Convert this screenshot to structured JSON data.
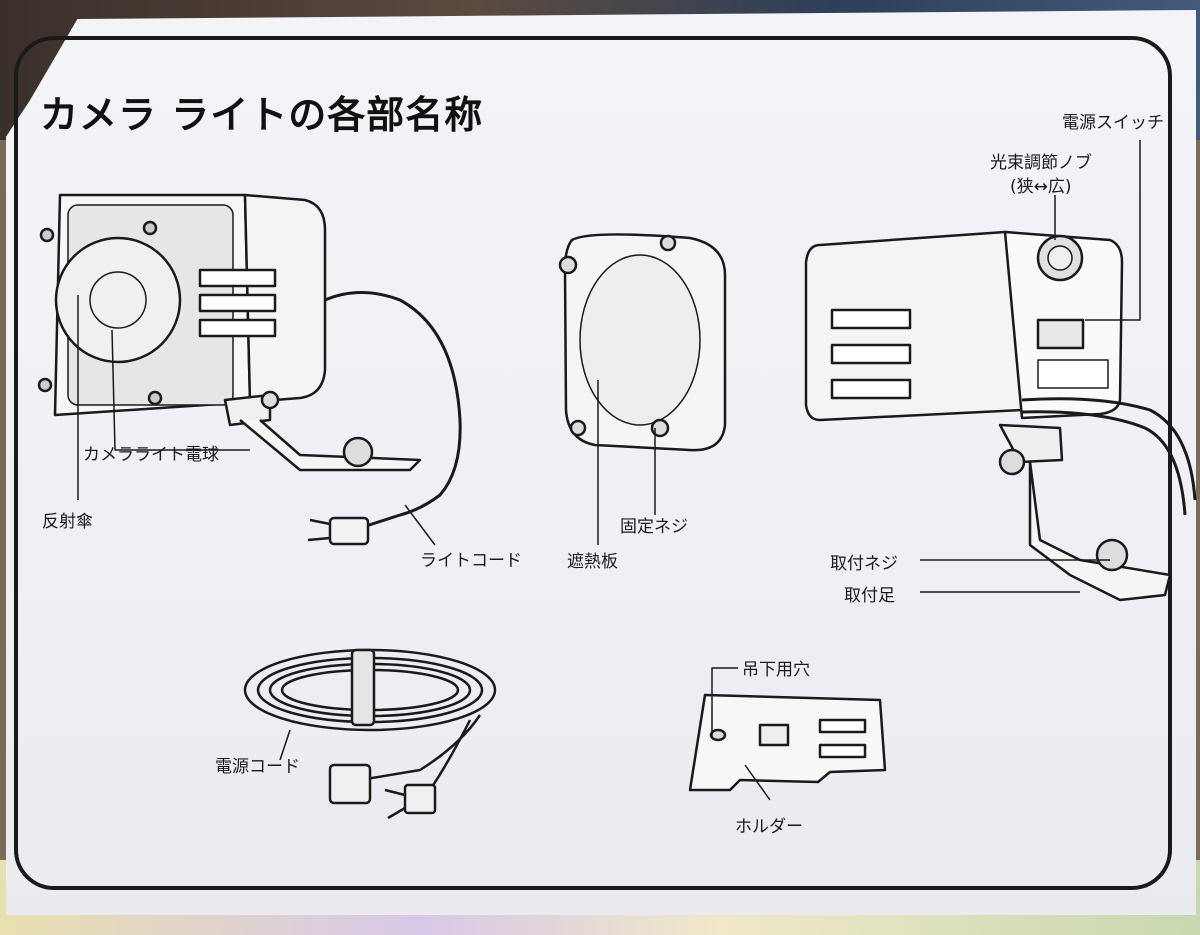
{
  "title": "カメラ ライトの各部名称",
  "labels": {
    "power_switch": "電源スイッチ",
    "beam_knob": "光束調節ノブ",
    "beam_knob_range": "(狭↔広)",
    "bulb": "カメラライト電球",
    "reflector": "反射傘",
    "light_cord": "ライトコード",
    "heat_shield": "遮熱板",
    "fixing_screw": "固定ネジ",
    "mount_screw": "取付ネジ",
    "mount_foot": "取付足",
    "hanging_hole": "吊下用穴",
    "power_cord": "電源コード",
    "holder": "ホルダー"
  }
}
